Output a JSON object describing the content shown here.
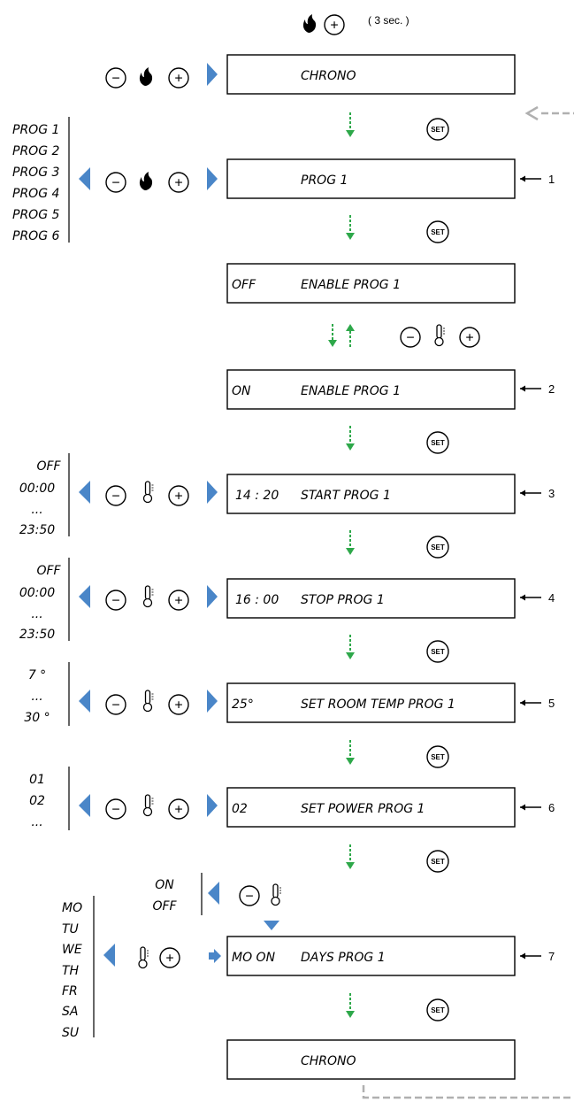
{
  "intro": {
    "hold_hint": "( 3 sec. )"
  },
  "displays": [
    {
      "left": "",
      "right": "CHRONO"
    },
    {
      "left": "",
      "right": "PROG 1"
    },
    {
      "left": "OFF",
      "right": "ENABLE PROG 1"
    },
    {
      "left": "ON",
      "right": "ENABLE PROG 1"
    },
    {
      "left": "14 : 20",
      "right": "START PROG 1"
    },
    {
      "left": "16 : 00",
      "right": "STOP PROG 1"
    },
    {
      "left": "25°",
      "right": "SET ROOM TEMP PROG 1"
    },
    {
      "left": "02",
      "right": "SET POWER PROG 1"
    },
    {
      "left": "MO  ON",
      "right": "DAYS PROG 1"
    },
    {
      "left": "",
      "right": "CHRONO"
    }
  ],
  "callouts": [
    "1",
    "2",
    "3",
    "4",
    "5",
    "6",
    "7"
  ],
  "side_lists": {
    "progs": [
      "PROG 1",
      "PROG 2",
      "PROG 3",
      "PROG 4",
      "PROG 5",
      "PROG 6"
    ],
    "start_times": [
      "OFF",
      "00:00",
      "...",
      "23:50"
    ],
    "stop_times": [
      "OFF",
      "00:00",
      "...",
      "23:50"
    ],
    "temps": [
      "7 °",
      "...",
      "30 °"
    ],
    "powers": [
      "01",
      "02",
      "..."
    ],
    "on_off": [
      "ON",
      "OFF"
    ],
    "days": [
      "MO",
      "TU",
      "WE",
      "TH",
      "FR",
      "SA",
      "SU"
    ]
  },
  "buttons": {
    "minus": "−",
    "plus": "+",
    "set": "SET"
  },
  "colors": {
    "accent_blue": "#4a86c8",
    "flow_green": "#2ea84a",
    "return_dash": "#b0b0b0"
  }
}
